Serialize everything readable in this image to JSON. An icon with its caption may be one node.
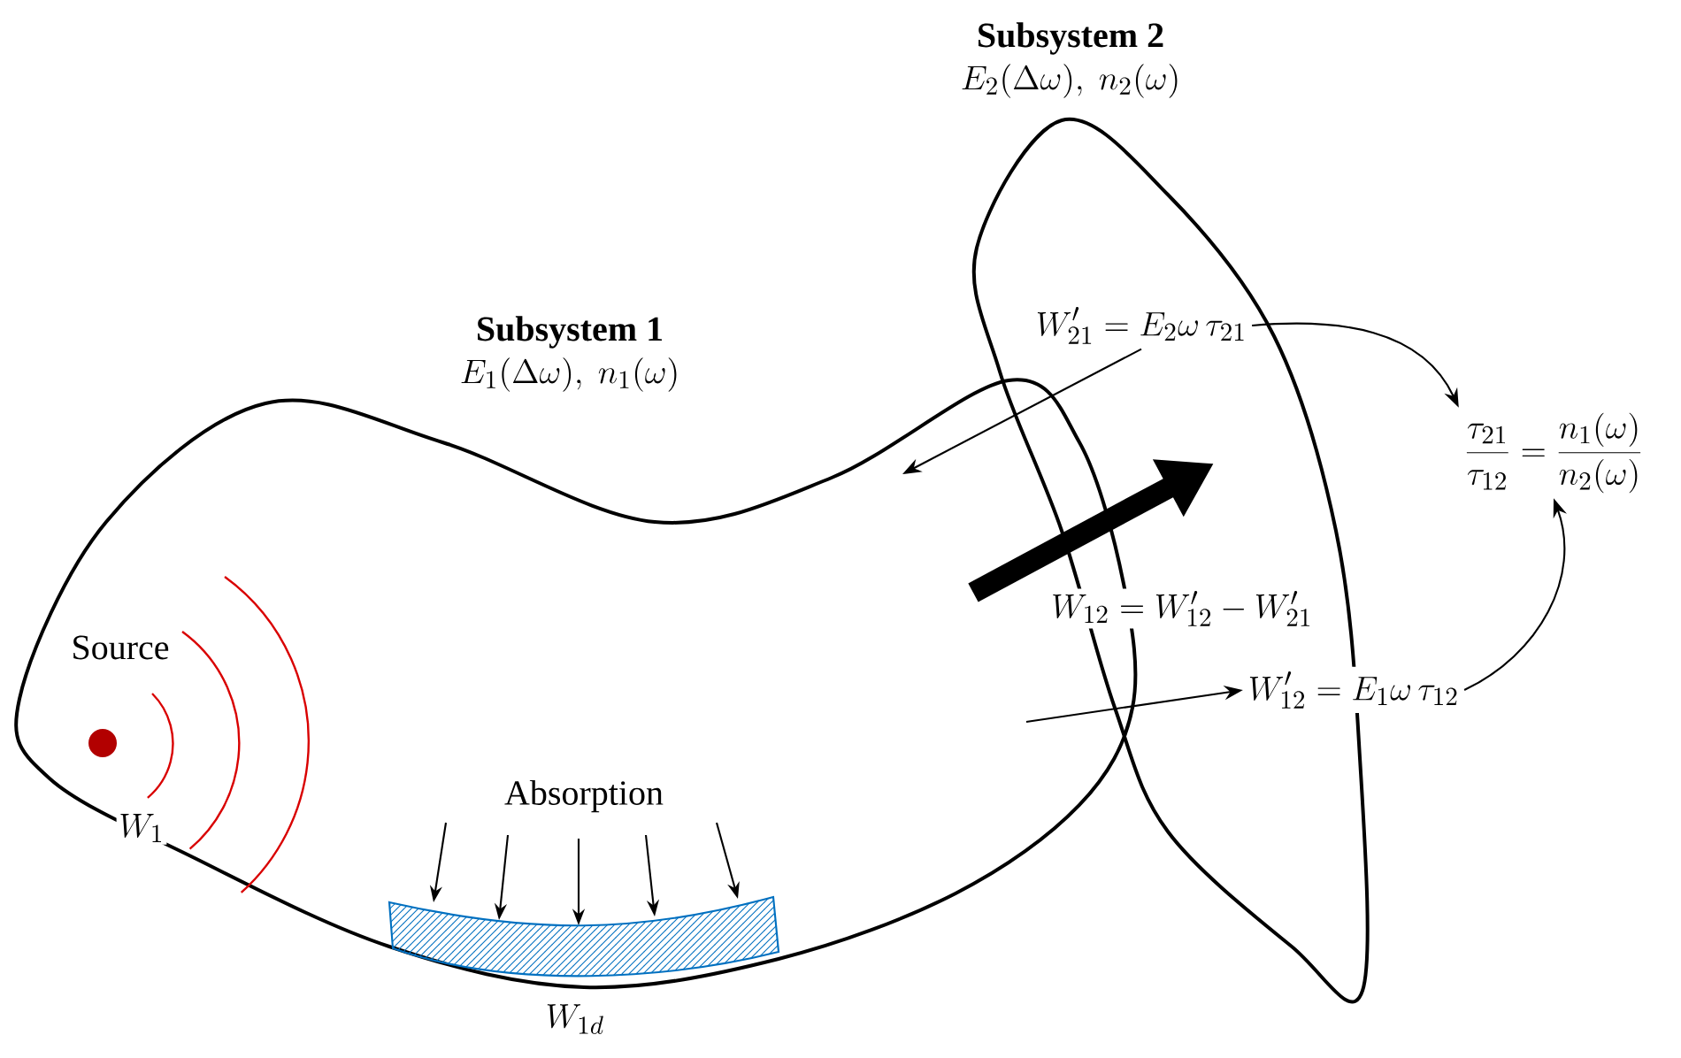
{
  "diagram": {
    "nodes": [
      {
        "text": [
          "Subsystem 1",
          "E_1(\\Delta\\omega),\\ n_1(\\omega)"
        ]
      },
      {
        "text": [
          "Subsystem 2",
          "E_2(\\Delta\\omega),\\ n_2(\\omega)"
        ]
      },
      {
        "text": [
          "W_{21}'=E_2\\omega\\,\\tau_{21}"
        ],
        "in": 1
      },
      {
        "text": [
          "\\frac{\\tau_{21}}{\\tau_{12}}=\\frac{n_1(\\omega)}{n_2(\\omega)}"
        ]
      },
      {
        "text": [
          "W_{12}'=E_1\\omega\\,\\tau_{12}"
        ]
      }
    ],
    "edges": [
      {
        "from": 2,
        "to": 0,
        "arrow": "to"
      },
      {
        "from": 2,
        "to": 3,
        "arrow": "to"
      },
      {
        "from": 0,
        "to": 4,
        "arrow": "to"
      },
      {
        "from": 4,
        "to": 3,
        "arrow": "to"
      }
    ],
    "labels": [
      "Source",
      "W_1",
      "Absorption",
      "W_{1d}",
      "W_{12}=W_{12}'-W_{21}'"
    ]
  }
}
